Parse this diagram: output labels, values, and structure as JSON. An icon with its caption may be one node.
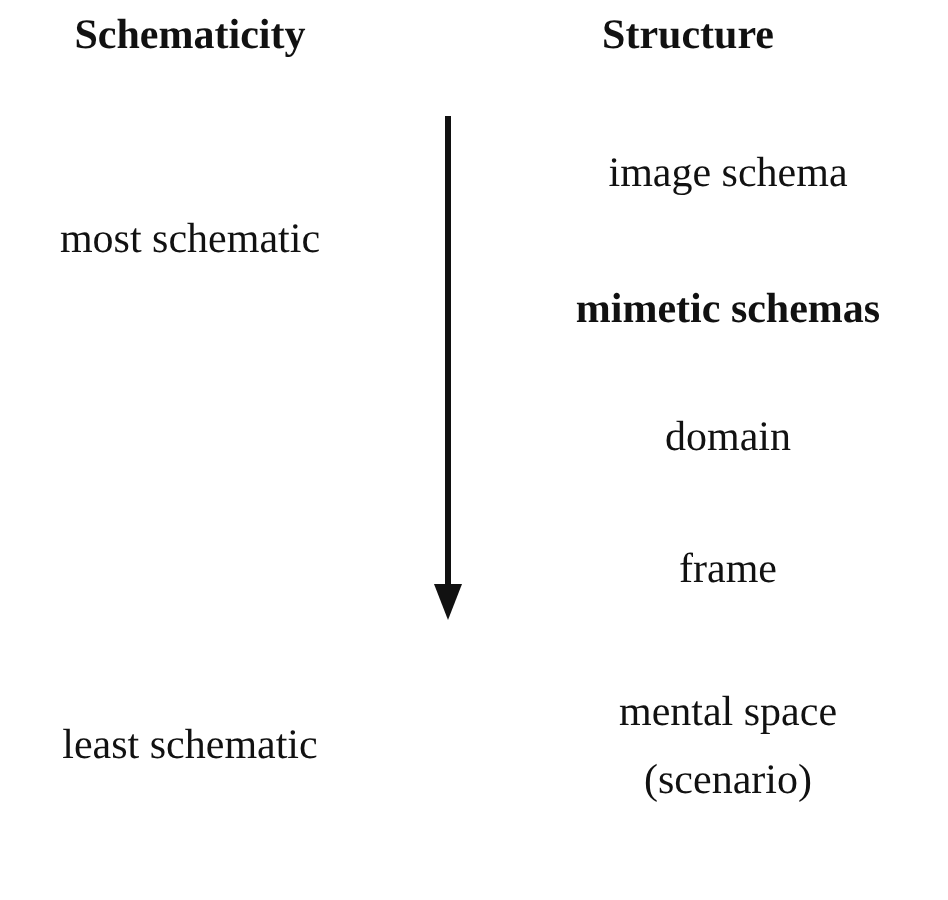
{
  "diagram": {
    "labels": [
      "Schematicity",
      "Structure",
      "image schema",
      "most schematic",
      "mimetic schemas",
      "domain",
      "frame",
      "least schematic",
      "mental space (scenario)"
    ]
  }
}
